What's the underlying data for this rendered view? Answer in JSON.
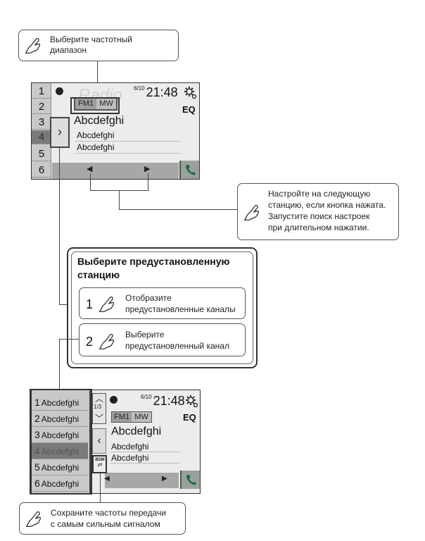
{
  "callouts": {
    "band": {
      "line1": "Выберите частотный",
      "line2": "диапазон"
    },
    "tune": {
      "line1": "Настройте на следующую",
      "line2": "станцию, если кнопка нажата.",
      "line3": "Запустите поиск настроек",
      "line4": "при длительном нажатии."
    },
    "bsm": {
      "line1": "Сохраните частоты передачи",
      "line2": "с самым сильным сигналом"
    }
  },
  "screen1": {
    "watermark": "Radio",
    "presets": [
      "1",
      "2",
      "3",
      "4",
      "5",
      "6"
    ],
    "active_preset": "4",
    "bands": [
      "FM1",
      "MW"
    ],
    "active_band": "FM1",
    "preset_fraction": "6/10",
    "time": "21:48",
    "eq_label": "EQ",
    "station_name": "Abcdefghi",
    "info_line1": "Abcdefghi",
    "info_line2": "Abcdefghi",
    "expand_glyph": "›",
    "prev_glyph": "◀",
    "next_glyph": "▶"
  },
  "panel": {
    "title_line1": "Выберите предустановленную",
    "title_line2": "станцию",
    "step1": {
      "num": "1",
      "line1": "Отобразите",
      "line2": "предустановленные каналы"
    },
    "step2": {
      "num": "2",
      "line1": "Выберите",
      "line2": "предустановленный канал"
    }
  },
  "screen2": {
    "presets": [
      {
        "num": "1",
        "name": "Abcdefghi"
      },
      {
        "num": "2",
        "name": "Abcdefghi"
      },
      {
        "num": "3",
        "name": "Abcdefghi"
      },
      {
        "num": "4",
        "name": "Abcdefghi"
      },
      {
        "num": "5",
        "name": "Abcdefghi"
      },
      {
        "num": "6",
        "name": "Abcdefghi"
      }
    ],
    "active_preset": "4",
    "page_indicator": "1/3",
    "up_glyph": "︿",
    "down_glyph": "﹀",
    "collapse_glyph": "‹",
    "bsm_label": "BSM",
    "bands": [
      "FM1",
      "MW"
    ],
    "preset_fraction": "6/10",
    "time": "21:48",
    "eq_label": "EQ",
    "station_name": "Abcdefghi",
    "info_line1": "Abcdefghi",
    "info_line2": "Abcdefghi",
    "prev_glyph": "◀",
    "next_glyph": "▶"
  }
}
